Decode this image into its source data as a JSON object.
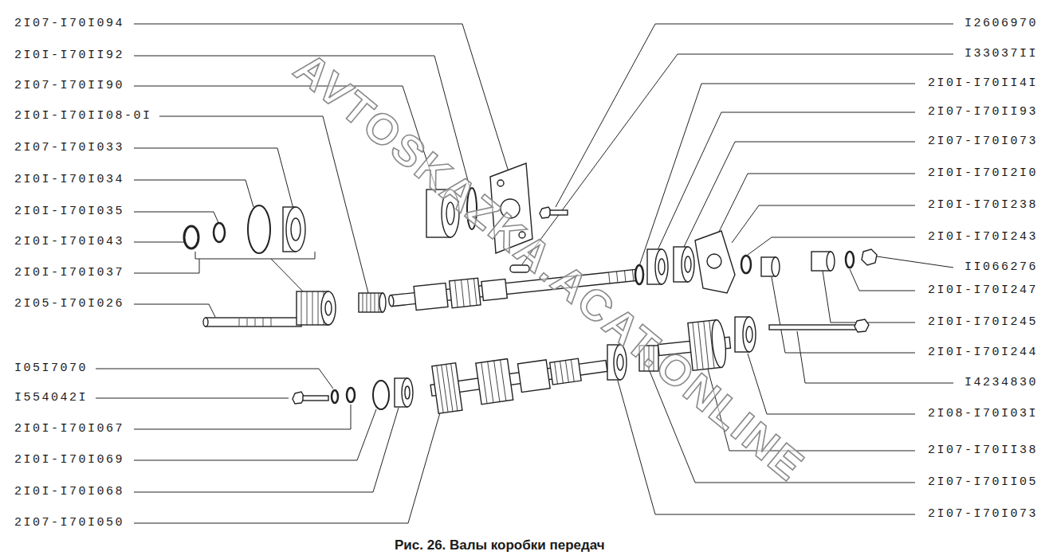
{
  "diagram": {
    "caption": "Рис. 26. Валы коробки передач",
    "labels": [
      "2I07-I70I094",
      "2I0I-I70II92",
      "2I07-I70II90",
      "2I0I-I70II08-0I",
      "2I07-I70I033",
      "2I0I-I70I034",
      "2I0I-I70I035",
      "2I0I-I70I043",
      "2I0I-I70I037",
      "2I05-I70I026",
      "I05I7070",
      "I554042I",
      "2I0I-I70I067",
      "2I0I-I70I069",
      "2I0I-I70I068",
      "2I07-I70I050",
      "I2606970",
      "I33037II",
      "2I0I-I70II4I",
      "2I07-I70II93",
      "2I07-I70I073",
      "2I0I-I70I2I0",
      "2I0I-I70I238",
      "2I0I-I70I243",
      "II066276",
      "2I0I-I70I247",
      "2I0I-I70I245",
      "2I0I-I70I244",
      "I4234830",
      "2I08-I70I03I",
      "2I07-I70II38",
      "2I07-I70II05",
      "2I07-I70I073",
      "AVTOSKAZKA.ACAT.ONLINE"
    ]
  }
}
